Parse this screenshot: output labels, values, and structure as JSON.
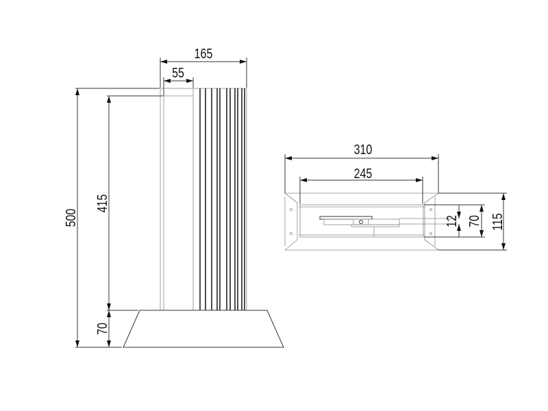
{
  "front_view": {
    "width_total": "165",
    "width_inner": "55",
    "height_total": "500",
    "height_column": "415",
    "height_base": "70"
  },
  "top_view": {
    "width_total": "310",
    "width_inner": "245",
    "rail_height": "12",
    "inner_height": "70",
    "depth_total": "115"
  }
}
